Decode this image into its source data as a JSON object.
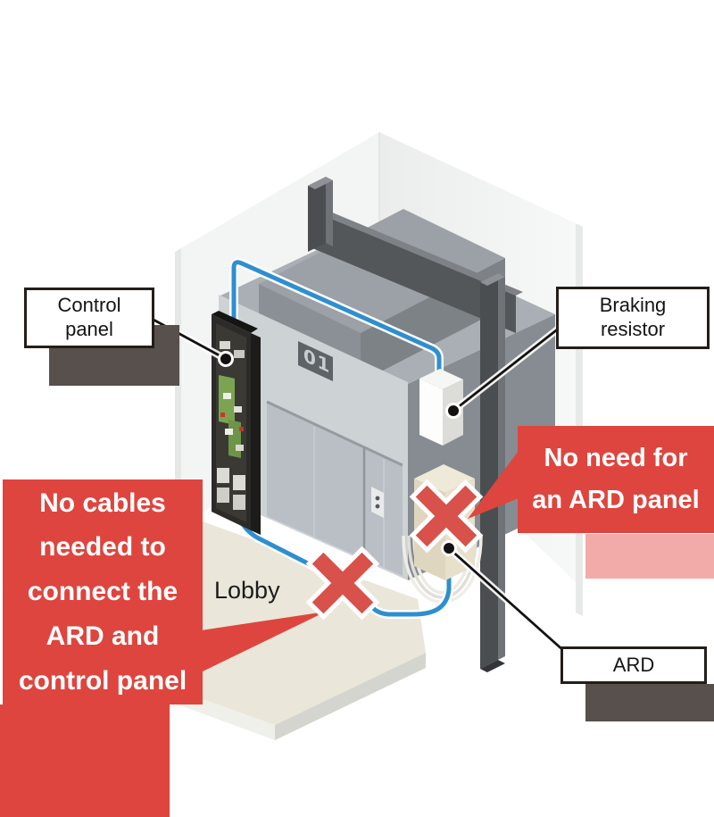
{
  "scene": {
    "floor_label": "Lobby",
    "elevator_floor_indicator": "01"
  },
  "labels": {
    "control_panel": "Control panel",
    "braking_resistor": "Braking resistor",
    "ard": "ARD"
  },
  "callouts": {
    "no_ard": {
      "lines": [
        "No need for",
        "an ARD panel"
      ]
    },
    "no_cables": {
      "lines": [
        "No cables",
        "needed to",
        "connect the",
        "ARD and",
        "control panel"
      ]
    }
  },
  "colors": {
    "callout_red": "#de453e",
    "callout_shadow_pink": "#f2aba8",
    "label_shadow": "#57504c",
    "x_mark_red": "#d8514a",
    "cable_blue": "#2e8fd0",
    "floor_beige": "#eae6d9",
    "wall_light": "#f3f4f4",
    "cab_gray": "#cdd2d5",
    "rail_dark": "#4b4e51"
  }
}
